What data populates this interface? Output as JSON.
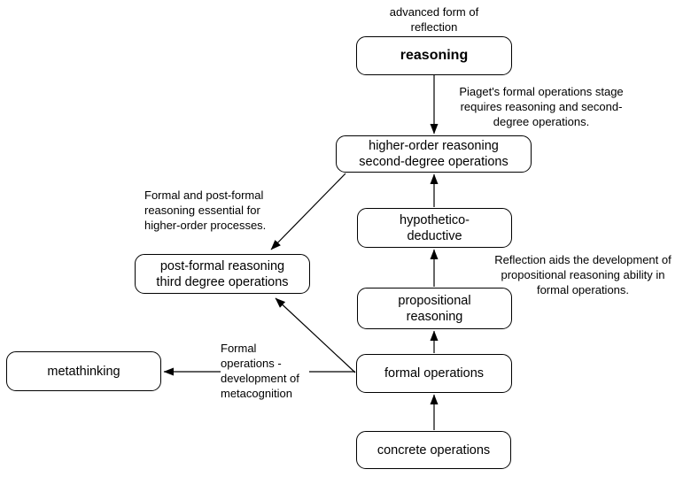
{
  "diagram": {
    "kind": "concept-map",
    "colors": {
      "background": "#ffffff",
      "node_fill": "#ffffff",
      "node_border": "#000000",
      "edge": "#000000",
      "text": "#000000"
    },
    "nodes": [
      {
        "id": "reasoning",
        "label": "reasoning"
      },
      {
        "id": "higher-order",
        "label": "higher-order reasoning\nsecond-degree operations"
      },
      {
        "id": "hypothetico",
        "label": "hypothetico-\ndeductive"
      },
      {
        "id": "propositional",
        "label": "propositional\nreasoning"
      },
      {
        "id": "formal",
        "label": "formal operations"
      },
      {
        "id": "concrete",
        "label": "concrete operations"
      },
      {
        "id": "post-formal",
        "label": "post-formal reasoning\nthird degree operations"
      },
      {
        "id": "metathinking",
        "label": "metathinking"
      }
    ],
    "annotations": [
      {
        "id": "advanced-form-note",
        "text": "advanced form of\nreflection"
      },
      {
        "id": "piaget-note",
        "text": "Piaget's formal operations stage\nrequires reasoning and second-\ndegree operations."
      },
      {
        "id": "reflection-note",
        "text": "Reflection aids the development of\npropositional reasoning ability in\nformal operations."
      },
      {
        "id": "postformal-note",
        "text": "Formal and post-formal\nreasoning essential for\nhigher-order processes."
      },
      {
        "id": "metacognition-note",
        "text": "Formal\noperations -\ndevelopment of\nmetacognition"
      }
    ],
    "edges": [
      {
        "from": "reasoning",
        "to": "higher-order"
      },
      {
        "from": "hypothetico",
        "to": "higher-order"
      },
      {
        "from": "propositional",
        "to": "hypothetico"
      },
      {
        "from": "formal",
        "to": "propositional"
      },
      {
        "from": "concrete",
        "to": "formal"
      },
      {
        "from": "higher-order",
        "to": "post-formal"
      },
      {
        "from": "formal",
        "to": "post-formal"
      },
      {
        "from": "formal",
        "to": "metathinking"
      }
    ]
  }
}
